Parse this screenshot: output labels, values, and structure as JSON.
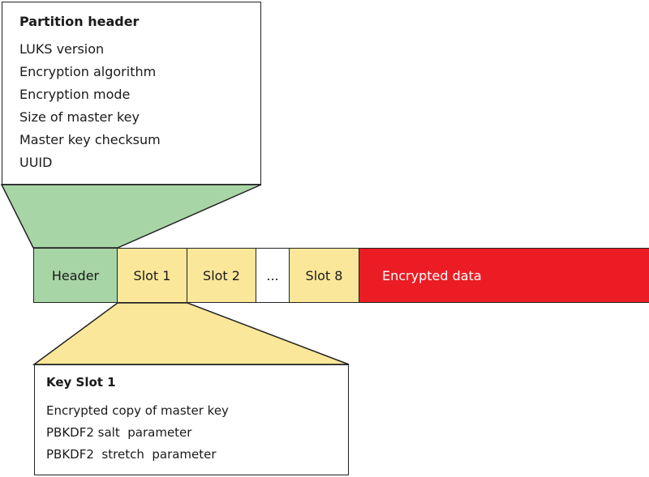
{
  "header_detail": {
    "title": "Partition header",
    "fields": [
      "LUKS version",
      "Encryption algorithm",
      "Encryption mode",
      "Size of master key",
      "Master key checksum",
      "UUID"
    ]
  },
  "layout_bar": {
    "header": "Header",
    "slot1": "Slot 1",
    "slot2": "Slot 2",
    "ellipsis": "...",
    "slot8": "Slot 8",
    "data": "Encrypted data"
  },
  "keyslot_detail": {
    "title": "Key Slot 1",
    "fields": [
      "Encrypted copy of master key",
      "PBKDF2 salt  parameter",
      "PBKDF2  stretch  parameter"
    ]
  },
  "colors": {
    "header": "#a8d5a6",
    "slot": "#fbe79a",
    "data": "#ec1c24"
  }
}
